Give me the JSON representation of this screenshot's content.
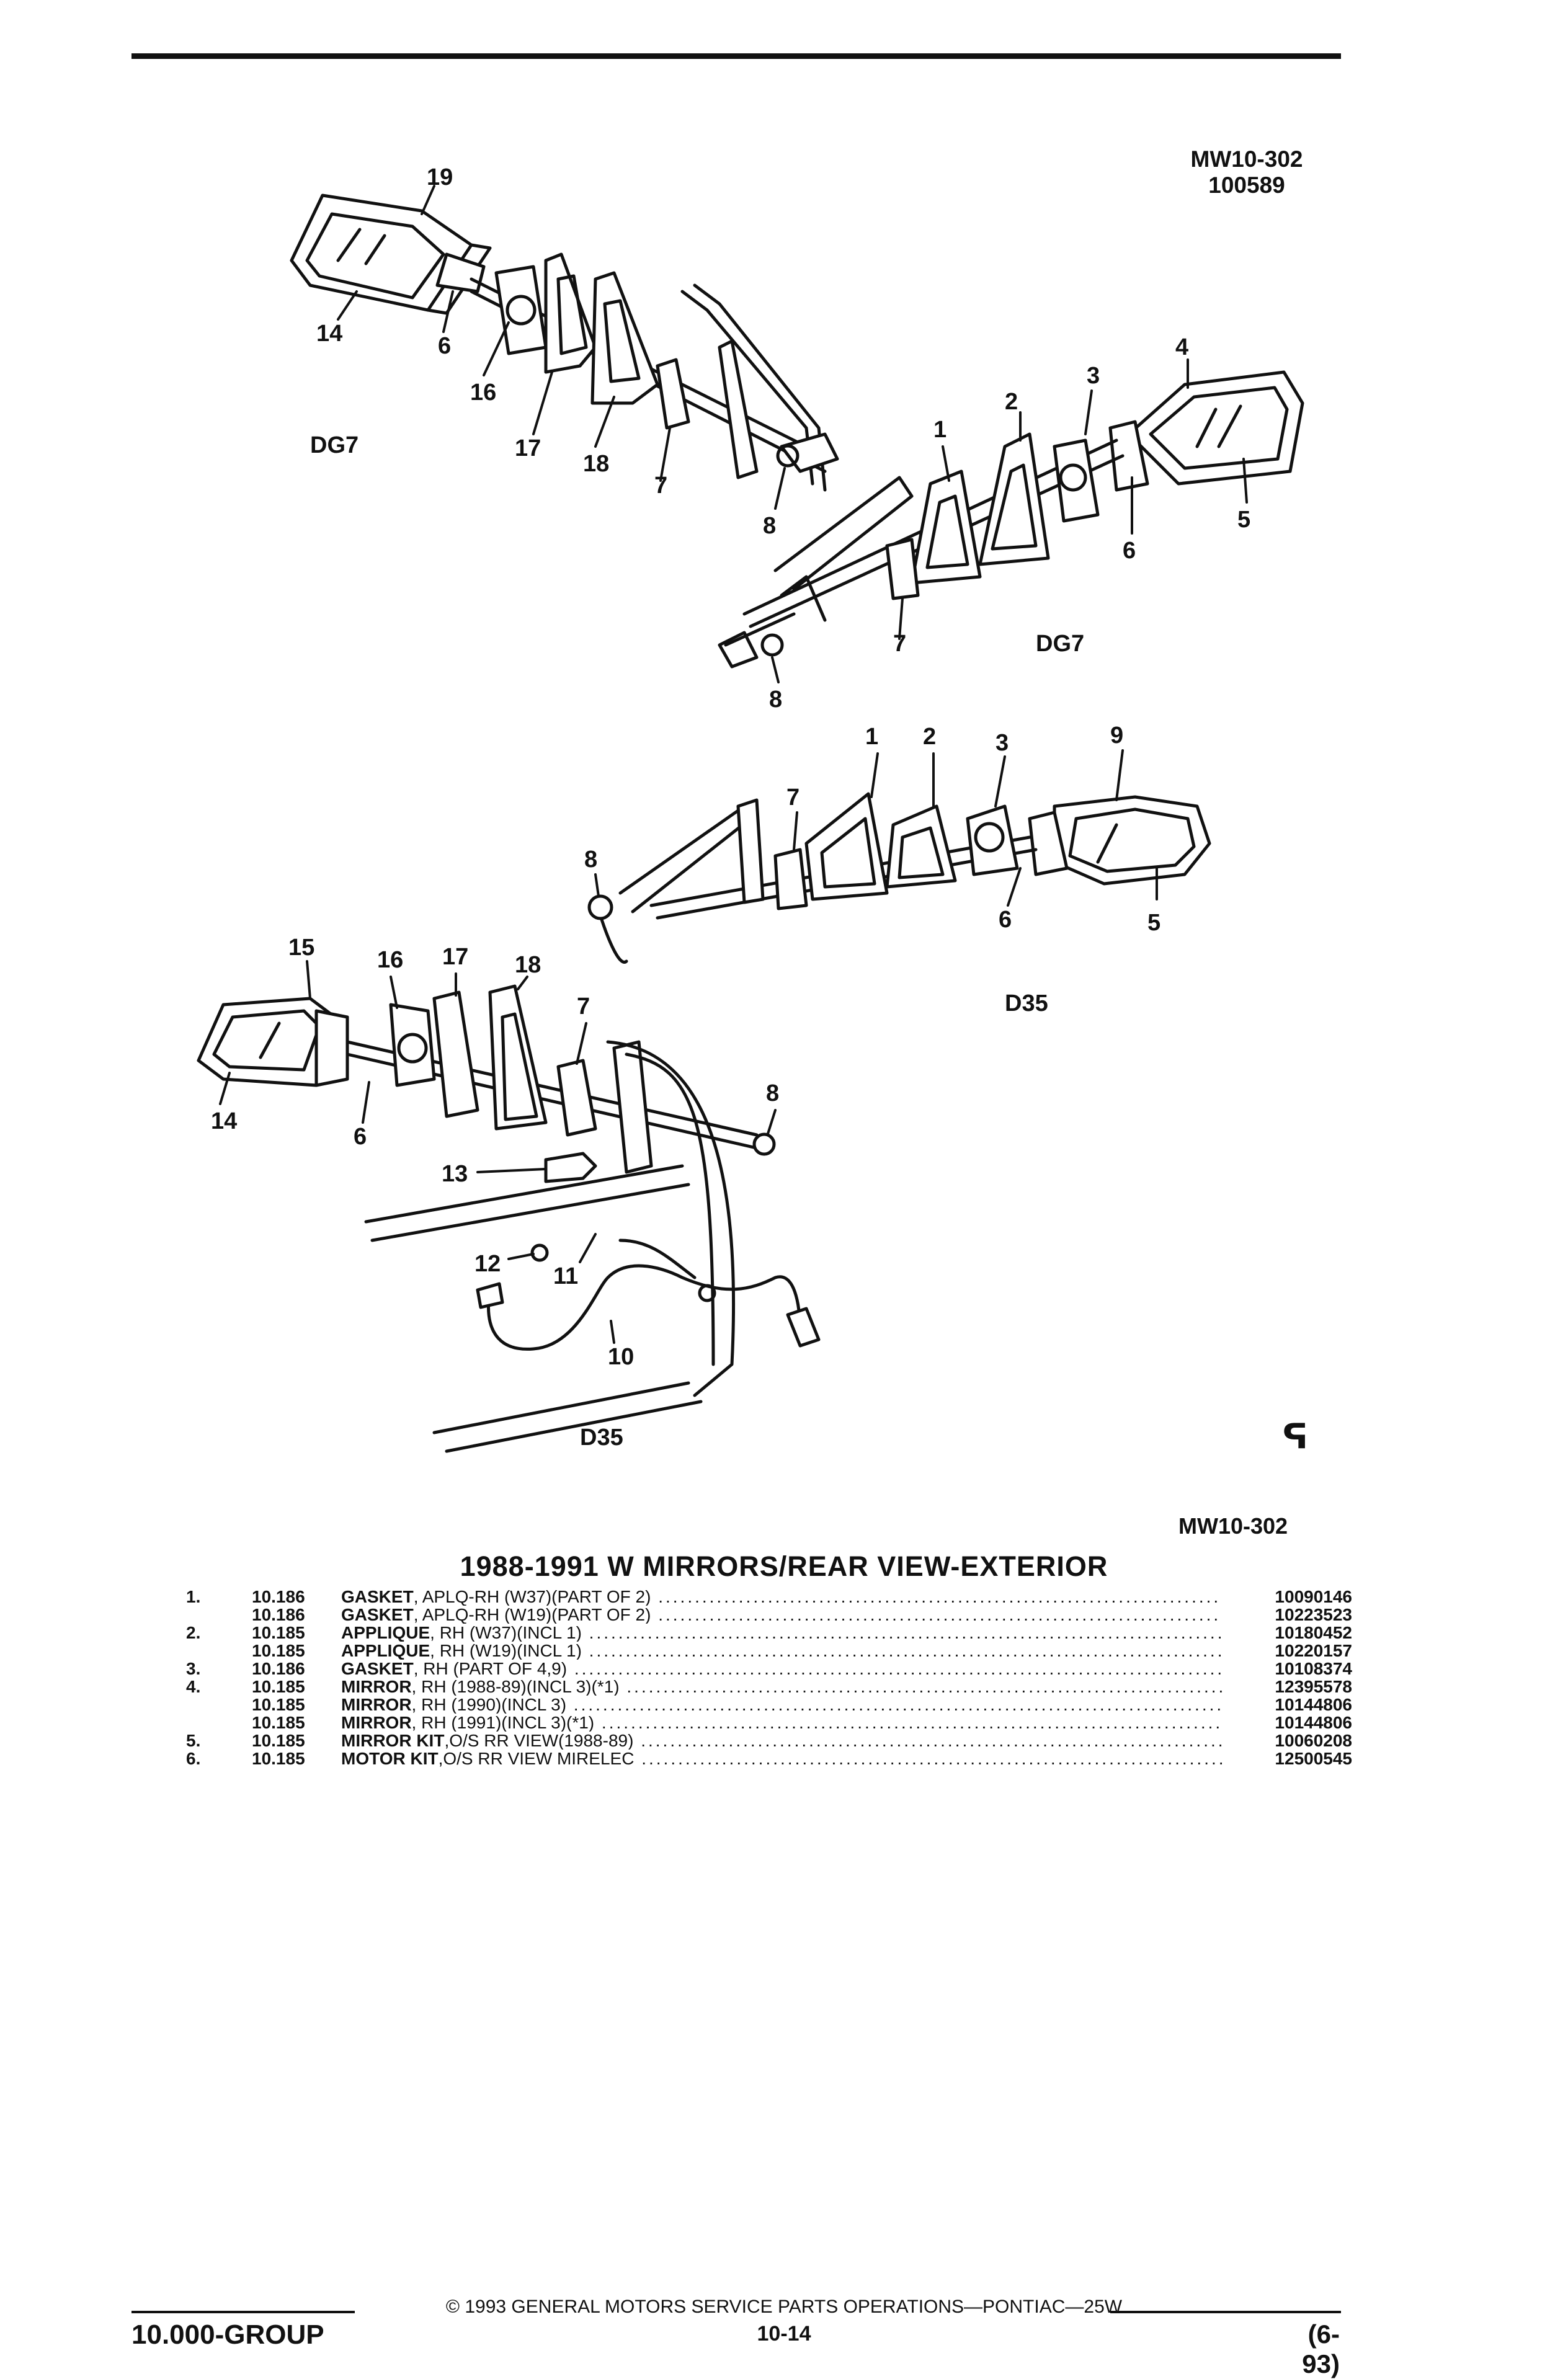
{
  "figure": {
    "code": "MW10-302",
    "date_code": "100589",
    "bottom_code": "MW10-302",
    "trade_mark": "ᕋ",
    "view_labels": [
      "DG7",
      "DG7",
      "D35",
      "D35"
    ],
    "callouts": [
      "1",
      "2",
      "3",
      "4",
      "5",
      "6",
      "7",
      "8",
      "9",
      "10",
      "11",
      "12",
      "13",
      "14",
      "15",
      "16",
      "17",
      "18",
      "19"
    ]
  },
  "section": {
    "title": "1988-1991 W MIRRORS/REAR VIEW-EXTERIOR"
  },
  "parts": [
    {
      "num": "1.",
      "group": "10.186",
      "name": "GASKET",
      "detail": ", APLQ-RH (W37)(PART OF 2)",
      "part_no": "10090146"
    },
    {
      "num": "",
      "group": "10.186",
      "name": "GASKET",
      "detail": ", APLQ-RH (W19)(PART OF 2)",
      "part_no": "10223523"
    },
    {
      "num": "2.",
      "group": "10.185",
      "name": "APPLIQUE",
      "detail": ", RH (W37)(INCL 1)",
      "part_no": "10180452"
    },
    {
      "num": "",
      "group": "10.185",
      "name": "APPLIQUE",
      "detail": ", RH (W19)(INCL 1)",
      "part_no": "10220157"
    },
    {
      "num": "3.",
      "group": "10.186",
      "name": "GASKET",
      "detail": ", RH (PART OF 4,9)",
      "part_no": "10108374"
    },
    {
      "num": "4.",
      "group": "10.185",
      "name": "MIRROR",
      "detail": ", RH (1988-89)(INCL 3)(*1)",
      "part_no": "12395578"
    },
    {
      "num": "",
      "group": "10.185",
      "name": "MIRROR",
      "detail": ", RH (1990)(INCL 3)",
      "part_no": "10144806"
    },
    {
      "num": "",
      "group": "10.185",
      "name": "MIRROR",
      "detail": ", RH (1991)(INCL 3)(*1)",
      "part_no": "10144806"
    },
    {
      "num": "5.",
      "group": "10.185",
      "name": "MIRROR KIT",
      "detail": ",O/S RR VIEW(1988-89)",
      "part_no": "10060208"
    },
    {
      "num": "6.",
      "group": "10.185",
      "name": "MOTOR KIT",
      "detail": ",O/S RR VIEW MIRELEC",
      "part_no": "12500545"
    }
  ],
  "footer": {
    "copyright": "© 1993 GENERAL MOTORS SERVICE PARTS OPERATIONS—PONTIAC—25W",
    "group": "10.000-GROUP",
    "page": "10-14",
    "date": "(6-93)"
  }
}
